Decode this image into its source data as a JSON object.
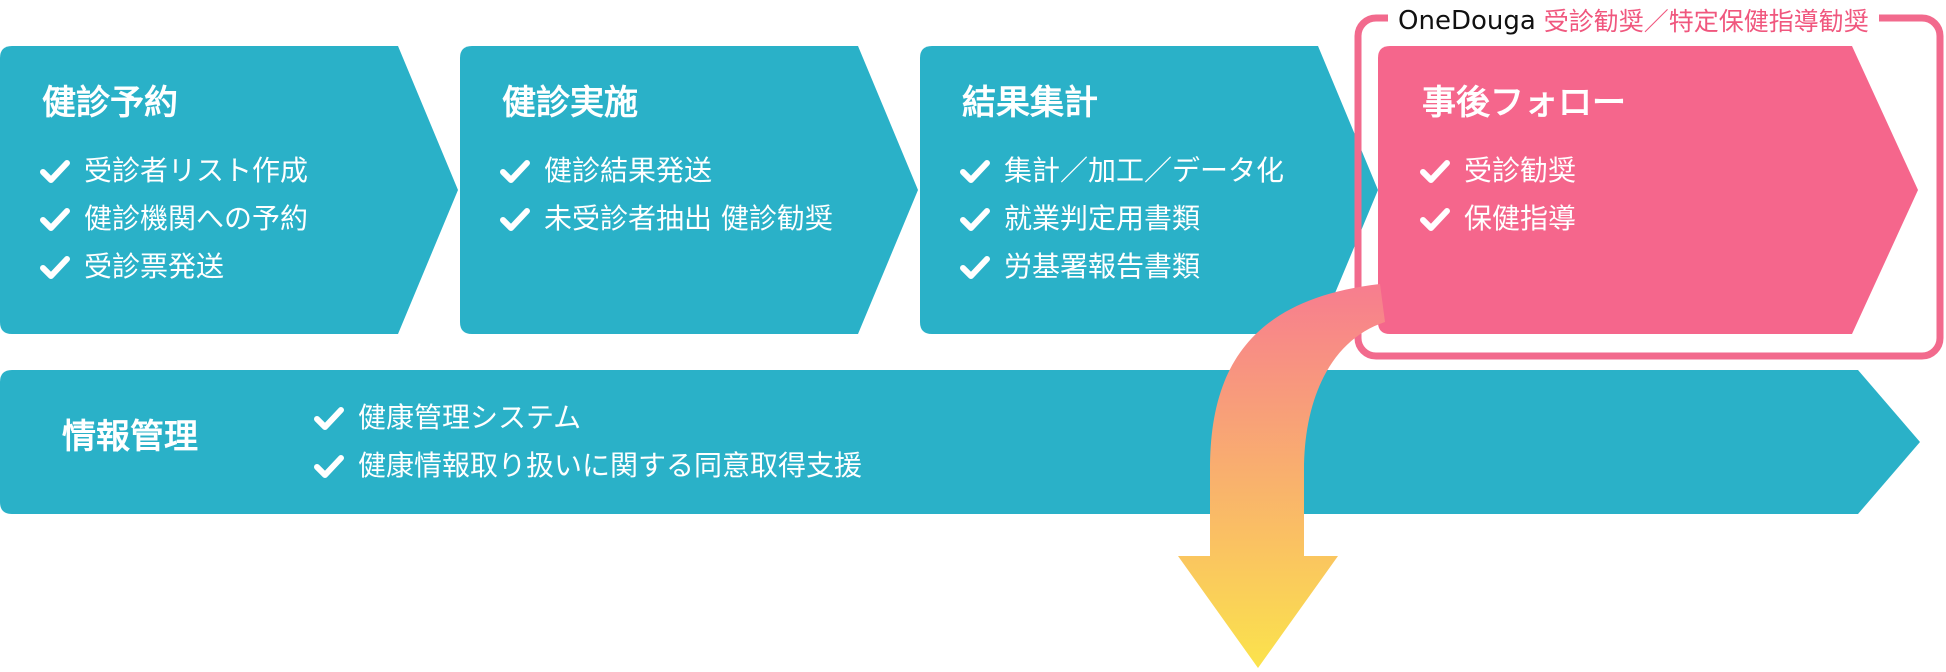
{
  "badge": {
    "brand": "OneDouga",
    "service": "受診勧奨／特定保健指導勧奨"
  },
  "stages": [
    {
      "title": "健診予約",
      "items": [
        "受診者リスト作成",
        "健診機関への予約",
        "受診票発送"
      ]
    },
    {
      "title": "健診実施",
      "items": [
        "健診結果発送",
        "未受診者抽出 健診勧奨"
      ]
    },
    {
      "title": "結果集計",
      "items": [
        "集計／加工／データ化",
        "就業判定用書類",
        "労基署報告書類"
      ]
    },
    {
      "title": "事後フォロー",
      "items": [
        "受診勧奨",
        "保健指導"
      ]
    }
  ],
  "info": {
    "title": "情報管理",
    "items": [
      "健康管理システム",
      "健康情報取り扱いに関する同意取得支援"
    ]
  },
  "colors": {
    "teal": "#2ab1c8",
    "pink": "#f5668c",
    "pink_outline": "#f26a8d",
    "arrow_top": "#f77d8f",
    "arrow_bottom": "#fbe34c",
    "white": "#ffffff",
    "badge_text": "#111111",
    "badge_accent": "#f0577e"
  },
  "icons": {
    "check": "check-icon",
    "flow_arrow": "down-arrow-icon"
  }
}
